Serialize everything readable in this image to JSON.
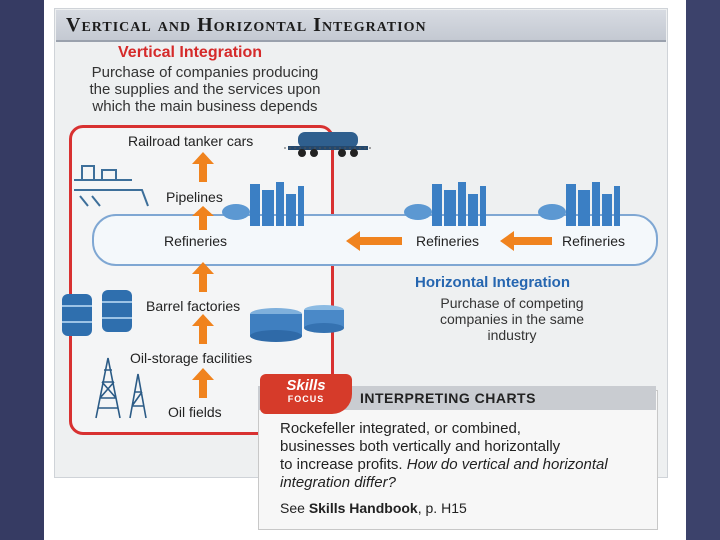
{
  "title": "Vertical and Horizontal Integration",
  "vertical": {
    "title": "Vertical Integration",
    "description_lines": [
      "Purchase of companies producing",
      "the supplies and the services upon",
      "which the main business depends"
    ]
  },
  "chain": {
    "railroad": "Railroad tanker cars",
    "pipelines": "Pipelines",
    "refineries": "Refineries",
    "barrel": "Barrel factories",
    "storage": "Oil-storage facilities",
    "fields": "Oil fields"
  },
  "horizontal": {
    "refinery_1": "Refineries",
    "refinery_2": "Refineries",
    "title": "Horizontal Integration",
    "description_lines": [
      "Purchase of competing",
      "companies in the same",
      "industry"
    ]
  },
  "skills": {
    "badge_line1": "Skills",
    "badge_line2": "FOCUS",
    "header": "INTERPRETING CHARTS",
    "text_lines": [
      "Rockefeller integrated, or combined,",
      "businesses both vertically and horizontally",
      "to increase profits."
    ],
    "question": "How do vertical and horizontal integration differ?",
    "see_prefix": "See ",
    "see_bold": "Skills Handbook",
    "see_suffix": ", p. H15"
  },
  "colors": {
    "red": "#d83131",
    "blue": "#2666b0",
    "orange": "#f0831e"
  }
}
